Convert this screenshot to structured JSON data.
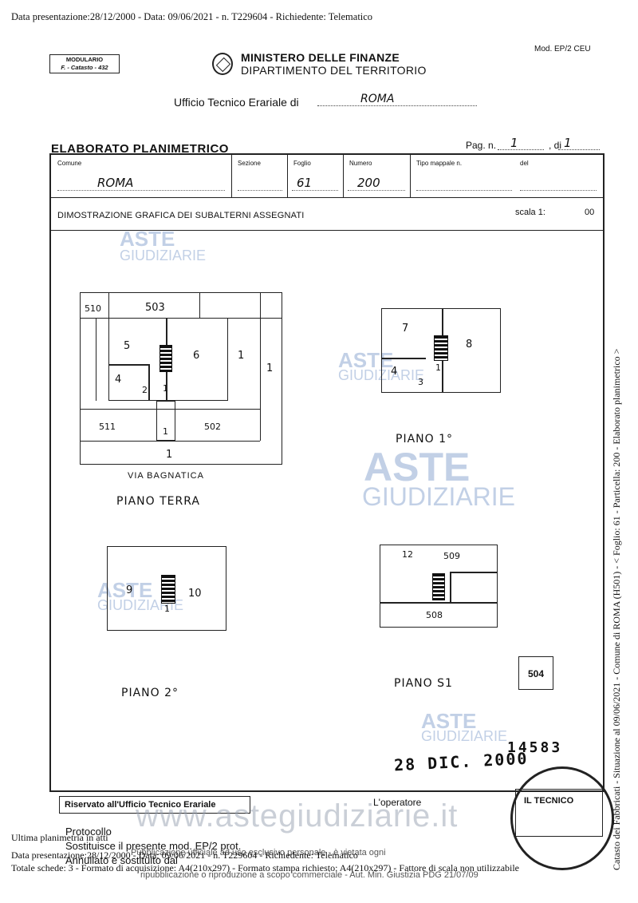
{
  "header_line": "Data presentazione:28/12/2000 - Data: 09/06/2021 - n. T229604 - Richiedente: Telematico",
  "modulario": {
    "line1": "MODULARIO",
    "line2": "F. - Catasto - 432"
  },
  "ministero": {
    "line1": "MINISTERO DELLE FINANZE",
    "line2": "DIPARTIMENTO DEL TERRITORIO"
  },
  "mod": "Mod. EP/2 CEU",
  "ufficio": {
    "label": "Ufficio Tecnico Erariale di",
    "value": "ROMA"
  },
  "title": "ELABORATO PLANIMETRICO",
  "pagination": {
    "pag_label": "Pag. n.",
    "pag": "1",
    "di_label": ", di",
    "di": "1"
  },
  "fields": {
    "comune_label": "Comune",
    "comune": "ROMA",
    "sezione_label": "Sezione",
    "foglio_label": "Foglio",
    "foglio": "61",
    "numero_label": "Numero",
    "numero": "200",
    "tipo_label": "Tipo mappale n.",
    "del_label": "del"
  },
  "dimostrazione": "DIMOSTRAZIONE GRAFICA DEI SUBALTERNI ASSEGNATI",
  "scala": {
    "label": "scala 1:",
    "value": "00"
  },
  "plans": {
    "terra": {
      "caption": "PIANO TERRA",
      "street": "VIA BAGNATICA",
      "labels": {
        "a": "510",
        "b": "503",
        "c": "5",
        "d": "6",
        "e": "4",
        "f": "2",
        "g": "1",
        "h": "1",
        "i": "1",
        "j": "511",
        "k": "1",
        "l": "502",
        "m": "1"
      }
    },
    "primo": {
      "caption": "PIANO 1°",
      "labels": {
        "a": "7",
        "b": "8",
        "c": "4",
        "d": "1",
        "e": "3"
      }
    },
    "secondo": {
      "caption": "PIANO 2°",
      "labels": {
        "a": "9",
        "b": "10",
        "c": "1"
      }
    },
    "s1": {
      "caption": "PIANO S1",
      "labels": {
        "a": "12",
        "b": "509",
        "c": "508"
      },
      "box": "504"
    }
  },
  "watermark": {
    "line1": "ASTE",
    "line2": "GIUDIZIARIE",
    "site": "www.astegiudiziarie.it"
  },
  "stamp": {
    "date": "28 DIC. 2000",
    "number": "14583"
  },
  "footer": {
    "riservato": "Riservato all'Ufficio Tecnico Erariale",
    "operatore": "L'operatore",
    "tecnico": "IL TECNICO",
    "protocollo": "Protocollo",
    "sostituisce": "Sostituisce il presente mod. EP/2 prot.",
    "annullato": "Annullato e sostituito dal",
    "ultima": "Ultima planimetria in atti",
    "data_line": "Data presentazione:28/12/2000 - Data: 09/06/2021 - n. T229604 - Richiedente: Telematico",
    "totale": "Totale schede: 3 - Formato di acquisizione: A4(210x297) - Formato stampa richiesto: A4(210x297) - Fattore di scala non utilizzabile",
    "disclaimer1": "Pubblicazione ufficiale ad uso esclusivo personale - è vietata ogni",
    "disclaimer2": "ripubblicazione o riproduzione a scopo commerciale - Aut. Min. Giustizia PDG 21/07/09"
  },
  "side_text": "Catasto dei Fabbricati - Situazione al 09/06/2021 - Comune di ROMA (H501) - < Foglio: 61 - Particella: 200 - Elaborato planimetrico >"
}
